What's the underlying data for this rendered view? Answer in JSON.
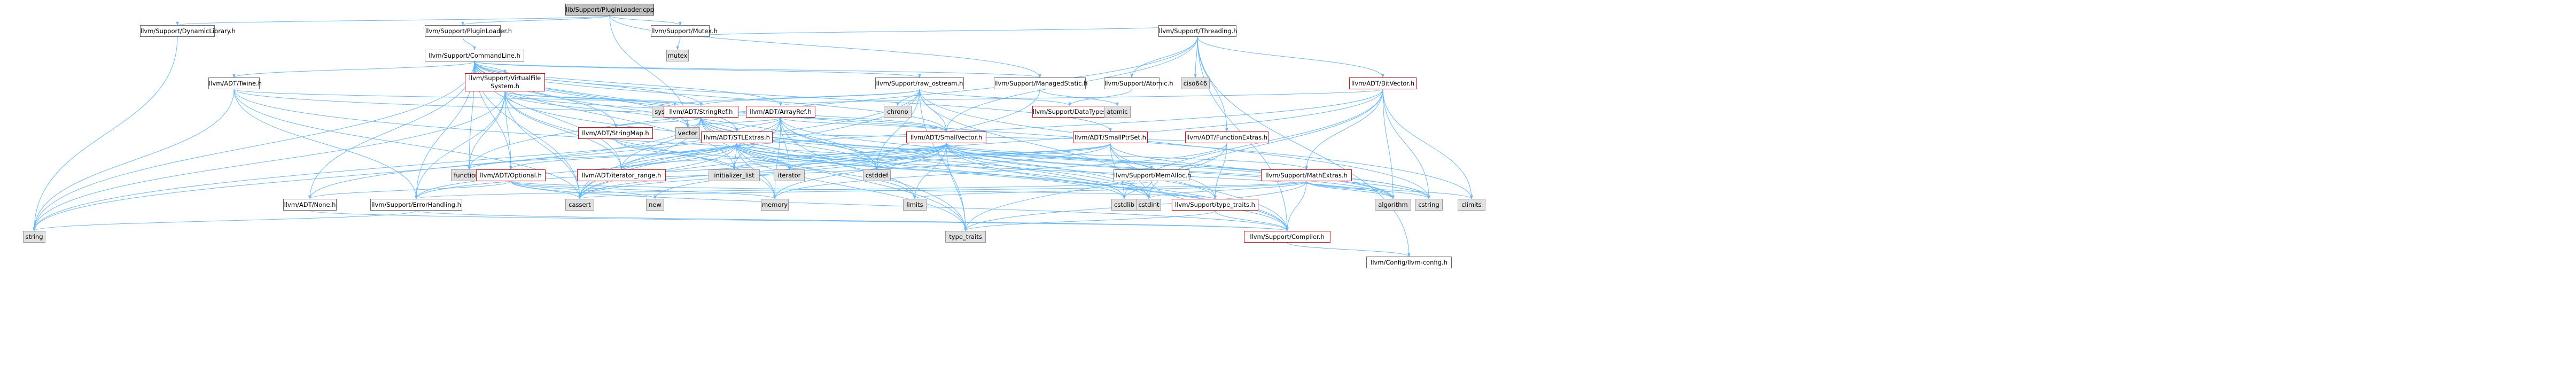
{
  "diagram": {
    "title": "",
    "nodes": [
      {
        "id": "root",
        "label": "lib/Support/PluginLoader.cpp",
        "kind": "root"
      },
      {
        "id": "dynlib",
        "label": "llvm/Support/DynamicLibrary.h",
        "kind": "header"
      },
      {
        "id": "plugin",
        "label": "llvm/Support/PluginLoader.h",
        "kind": "header"
      },
      {
        "id": "mutex_h",
        "label": "llvm/Support/Mutex.h",
        "kind": "header"
      },
      {
        "id": "mutex",
        "label": "mutex",
        "kind": "system"
      },
      {
        "id": "threading",
        "label": "llvm/Support/Threading.h",
        "kind": "header"
      },
      {
        "id": "cmdline",
        "label": "llvm/Support/CommandLine.h",
        "kind": "header"
      },
      {
        "id": "twine",
        "label": "llvm/ADT/Twine.h",
        "kind": "header"
      },
      {
        "id": "vfs",
        "label": "llvm/Support/VirtualFile\nSystem.h",
        "kind": "truncated"
      },
      {
        "id": "raw_ostream",
        "label": "llvm/Support/raw_ostream.h",
        "kind": "header"
      },
      {
        "id": "managedstatic",
        "label": "llvm/Support/ManagedStatic.h",
        "kind": "header"
      },
      {
        "id": "atomic_h",
        "label": "llvm/Support/Atomic.h",
        "kind": "header"
      },
      {
        "id": "c4",
        "label": "ciso646",
        "kind": "system"
      },
      {
        "id": "bitvector",
        "label": "llvm/ADT/BitVector.h",
        "kind": "truncated"
      },
      {
        "id": "system_error",
        "label": "system_error",
        "kind": "system"
      },
      {
        "id": "chrono",
        "label": "chrono",
        "kind": "system"
      },
      {
        "id": "datatypes",
        "label": "llvm/Support/DataTypes.h",
        "kind": "truncated"
      },
      {
        "id": "atomic",
        "label": "atomic",
        "kind": "system"
      },
      {
        "id": "stringref",
        "label": "llvm/ADT/StringRef.h",
        "kind": "truncated"
      },
      {
        "id": "arrayref",
        "label": "llvm/ADT/ArrayRef.h",
        "kind": "truncated"
      },
      {
        "id": "vector",
        "label": "vector",
        "kind": "system"
      },
      {
        "id": "stringmap",
        "label": "llvm/ADT/StringMap.h",
        "kind": "truncated"
      },
      {
        "id": "stlextras",
        "label": "llvm/ADT/STLExtras.h",
        "kind": "truncated"
      },
      {
        "id": "smallvector",
        "label": "llvm/ADT/SmallVector.h",
        "kind": "truncated"
      },
      {
        "id": "smallptrset",
        "label": "llvm/ADT/SmallPtrSet.h",
        "kind": "truncated"
      },
      {
        "id": "funcextras",
        "label": "llvm/ADT/FunctionExtras.h",
        "kind": "truncated"
      },
      {
        "id": "functional",
        "label": "functional",
        "kind": "system"
      },
      {
        "id": "optional",
        "label": "llvm/ADT/Optional.h",
        "kind": "truncated"
      },
      {
        "id": "iter_range",
        "label": "llvm/ADT/iterator_range.h",
        "kind": "truncated"
      },
      {
        "id": "init_list",
        "label": "initializer_list",
        "kind": "system"
      },
      {
        "id": "iterator",
        "label": "iterator",
        "kind": "system"
      },
      {
        "id": "cstddef",
        "label": "cstddef",
        "kind": "system"
      },
      {
        "id": "memalloc",
        "label": "llvm/Support/MemAlloc.h",
        "kind": "header"
      },
      {
        "id": "mathextras",
        "label": "llvm/Support/MathExtras.h",
        "kind": "truncated"
      },
      {
        "id": "none",
        "label": "llvm/ADT/None.h",
        "kind": "header"
      },
      {
        "id": "errhandling",
        "label": "llvm/Support/ErrorHandling.h",
        "kind": "header"
      },
      {
        "id": "new",
        "label": "new",
        "kind": "system"
      },
      {
        "id": "memory",
        "label": "memory",
        "kind": "system"
      },
      {
        "id": "limits",
        "label": "limits",
        "kind": "system"
      },
      {
        "id": "cstdint",
        "label": "cstdint",
        "kind": "system"
      },
      {
        "id": "cstdlib",
        "label": "cstdlib",
        "kind": "system"
      },
      {
        "id": "typetraits",
        "label": "llvm/Support/type_traits.h",
        "kind": "truncated"
      },
      {
        "id": "cassert",
        "label": "cassert",
        "kind": "system"
      },
      {
        "id": "string",
        "label": "string",
        "kind": "system"
      },
      {
        "id": "type_traits",
        "label": "type_traits",
        "kind": "system"
      },
      {
        "id": "compiler",
        "label": "llvm/Support/Compiler.h",
        "kind": "truncated"
      },
      {
        "id": "llvmconfig",
        "label": "llvm/Config/llvm-config.h",
        "kind": "header"
      },
      {
        "id": "algorithm",
        "label": "algorithm",
        "kind": "system"
      },
      {
        "id": "cstring",
        "label": "cstring",
        "kind": "system"
      },
      {
        "id": "climits",
        "label": "climits",
        "kind": "system"
      }
    ],
    "edges": [
      [
        "root",
        "dynlib"
      ],
      [
        "root",
        "plugin"
      ],
      [
        "root",
        "mutex_h"
      ],
      [
        "root",
        "managedstatic"
      ],
      [
        "root",
        "vector"
      ],
      [
        "dynlib",
        "string"
      ],
      [
        "plugin",
        "cmdline"
      ],
      [
        "mutex_h",
        "threading"
      ],
      [
        "mutex_h",
        "mutex"
      ],
      [
        "threading",
        "bitvector"
      ],
      [
        "threading",
        "funcextras"
      ],
      [
        "threading",
        "smallvector"
      ],
      [
        "threading",
        "atomic_h"
      ],
      [
        "threading",
        "c4"
      ],
      [
        "threading",
        "compiler"
      ],
      [
        "threading",
        "llvmconfig"
      ],
      [
        "threading",
        "functional"
      ],
      [
        "cmdline",
        "twine"
      ],
      [
        "cmdline",
        "vfs"
      ],
      [
        "cmdline",
        "raw_ostream"
      ],
      [
        "cmdline",
        "managedstatic"
      ],
      [
        "cmdline",
        "stringref"
      ],
      [
        "cmdline",
        "arrayref"
      ],
      [
        "cmdline",
        "stringmap"
      ],
      [
        "cmdline",
        "stlextras"
      ],
      [
        "cmdline",
        "smallvector"
      ],
      [
        "cmdline",
        "smallptrset"
      ],
      [
        "cmdline",
        "optional"
      ],
      [
        "cmdline",
        "iter_range"
      ],
      [
        "cmdline",
        "errhandling"
      ],
      [
        "cmdline",
        "none"
      ],
      [
        "cmdline",
        "functional"
      ],
      [
        "cmdline",
        "init_list"
      ],
      [
        "cmdline",
        "cassert"
      ],
      [
        "cmdline",
        "string"
      ],
      [
        "cmdline",
        "vector"
      ],
      [
        "cmdline",
        "cstddef"
      ],
      [
        "cmdline",
        "climits"
      ],
      [
        "twine",
        "stringref"
      ],
      [
        "twine",
        "smallvector"
      ],
      [
        "twine",
        "errhandling"
      ],
      [
        "twine",
        "cassert"
      ],
      [
        "twine",
        "cstdint"
      ],
      [
        "twine",
        "string"
      ],
      [
        "vfs",
        "stringref"
      ],
      [
        "vfs",
        "optional"
      ],
      [
        "vfs",
        "smallvector"
      ],
      [
        "vfs",
        "iter_range"
      ],
      [
        "vfs",
        "errhandling"
      ],
      [
        "vfs",
        "system_error"
      ],
      [
        "vfs",
        "cassert"
      ],
      [
        "vfs",
        "memory"
      ],
      [
        "vfs",
        "string"
      ],
      [
        "vfs",
        "vector"
      ],
      [
        "vfs",
        "functional"
      ],
      [
        "vfs",
        "cstdint"
      ],
      [
        "raw_ostream",
        "stringref"
      ],
      [
        "raw_ostream",
        "smallvector"
      ],
      [
        "raw_ostream",
        "datatypes"
      ],
      [
        "raw_ostream",
        "cassert"
      ],
      [
        "raw_ostream",
        "chrono"
      ],
      [
        "raw_ostream",
        "cstddef"
      ],
      [
        "raw_ostream",
        "cstdint"
      ],
      [
        "raw_ostream",
        "cstring"
      ],
      [
        "raw_ostream",
        "string"
      ],
      [
        "raw_ostream",
        "system_error"
      ],
      [
        "raw_ostream",
        "type_traits"
      ],
      [
        "managedstatic",
        "atomic"
      ],
      [
        "managedstatic",
        "cstddef"
      ],
      [
        "atomic_h",
        "datatypes"
      ],
      [
        "bitvector",
        "arrayref"
      ],
      [
        "bitvector",
        "iter_range"
      ],
      [
        "bitvector",
        "mathextras"
      ],
      [
        "bitvector",
        "algorithm"
      ],
      [
        "bitvector",
        "cassert"
      ],
      [
        "bitvector",
        "climits"
      ],
      [
        "bitvector",
        "cstdint"
      ],
      [
        "bitvector",
        "cstdlib"
      ],
      [
        "bitvector",
        "cstring"
      ],
      [
        "bitvector",
        "utility"
      ],
      [
        "stringref",
        "stlextras"
      ],
      [
        "stringref",
        "iter_range"
      ],
      [
        "stringref",
        "compiler"
      ],
      [
        "stringref",
        "algorithm"
      ],
      [
        "stringref",
        "cassert"
      ],
      [
        "stringref",
        "cstddef"
      ],
      [
        "stringref",
        "cstring"
      ],
      [
        "stringref",
        "limits"
      ],
      [
        "stringref",
        "string"
      ],
      [
        "stringref",
        "type_traits"
      ],
      [
        "arrayref",
        "none"
      ],
      [
        "arrayref",
        "smallvector"
      ],
      [
        "arrayref",
        "stlextras"
      ],
      [
        "arrayref",
        "compiler"
      ],
      [
        "arrayref",
        "algorithm"
      ],
      [
        "arrayref",
        "array"
      ],
      [
        "arrayref",
        "cassert"
      ],
      [
        "arrayref",
        "cstddef"
      ],
      [
        "arrayref",
        "init_list"
      ],
      [
        "arrayref",
        "iterator"
      ],
      [
        "arrayref",
        "memory"
      ],
      [
        "arrayref",
        "type_traits"
      ],
      [
        "arrayref",
        "vector"
      ],
      [
        "stringmap",
        "stringref"
      ],
      [
        "stringmap",
        "iterator"
      ],
      [
        "stringmap",
        "init_list"
      ],
      [
        "stlextras",
        "optional"
      ],
      [
        "stlextras",
        "iter_range"
      ],
      [
        "stlextras",
        "errhandling"
      ],
      [
        "stlextras",
        "algorithm"
      ],
      [
        "stlextras",
        "cassert"
      ],
      [
        "stlextras",
        "cstddef"
      ],
      [
        "stlextras",
        "cstdint"
      ],
      [
        "stlextras",
        "cstdlib"
      ],
      [
        "stlextras",
        "functional"
      ],
      [
        "stlextras",
        "init_list"
      ],
      [
        "stlextras",
        "iterator"
      ],
      [
        "stlextras",
        "limits"
      ],
      [
        "stlextras",
        "memory"
      ],
      [
        "stlextras",
        "type_traits"
      ],
      [
        "smallvector",
        "iter_range"
      ],
      [
        "smallvector",
        "compiler"
      ],
      [
        "smallvector",
        "errhandling"
      ],
      [
        "smallvector",
        "memalloc"
      ],
      [
        "smallvector",
        "mathextras"
      ],
      [
        "smallvector",
        "typetraits"
      ],
      [
        "smallvector",
        "algorithm"
      ],
      [
        "smallvector",
        "cassert"
      ],
      [
        "smallvector",
        "cstddef"
      ],
      [
        "smallvector",
        "cstdlib"
      ],
      [
        "smallvector",
        "cstring"
      ],
      [
        "smallvector",
        "init_list"
      ],
      [
        "smallvector",
        "iterator"
      ],
      [
        "smallvector",
        "limits"
      ],
      [
        "smallvector",
        "memory"
      ],
      [
        "smallvector",
        "new"
      ],
      [
        "smallvector",
        "type_traits"
      ],
      [
        "smallptrset",
        "compiler"
      ],
      [
        "smallptrset",
        "typetraits"
      ],
      [
        "smallptrset",
        "cassert"
      ],
      [
        "smallptrset",
        "cstddef"
      ],
      [
        "smallptrset",
        "cstdlib"
      ],
      [
        "smallptrset",
        "cstring"
      ],
      [
        "smallptrset",
        "init_list"
      ],
      [
        "smallptrset",
        "iterator"
      ],
      [
        "funcextras",
        "stlextras"
      ],
      [
        "funcextras",
        "typetraits"
      ],
      [
        "funcextras",
        "memory"
      ],
      [
        "funcextras",
        "type_traits"
      ],
      [
        "optional",
        "none"
      ],
      [
        "optional",
        "compiler"
      ],
      [
        "optional",
        "typetraits"
      ],
      [
        "optional",
        "cassert"
      ],
      [
        "optional",
        "memory"
      ],
      [
        "optional",
        "new"
      ],
      [
        "iter_range",
        "iterator"
      ],
      [
        "memalloc",
        "compiler"
      ],
      [
        "memalloc",
        "errhandling"
      ],
      [
        "memalloc",
        "cstdlib"
      ],
      [
        "mathextras",
        "compiler"
      ],
      [
        "mathextras",
        "algorithm"
      ],
      [
        "mathextras",
        "cassert"
      ],
      [
        "mathextras",
        "climits"
      ],
      [
        "mathextras",
        "cstdint"
      ],
      [
        "mathextras",
        "cstring"
      ],
      [
        "mathextras",
        "limits"
      ],
      [
        "mathextras",
        "type_traits"
      ],
      [
        "none",
        "compiler"
      ],
      [
        "errhandling",
        "compiler"
      ],
      [
        "errhandling",
        "string"
      ],
      [
        "typetraits",
        "compiler"
      ],
      [
        "typetraits",
        "type_traits"
      ],
      [
        "compiler",
        "llvmconfig"
      ]
    ]
  }
}
